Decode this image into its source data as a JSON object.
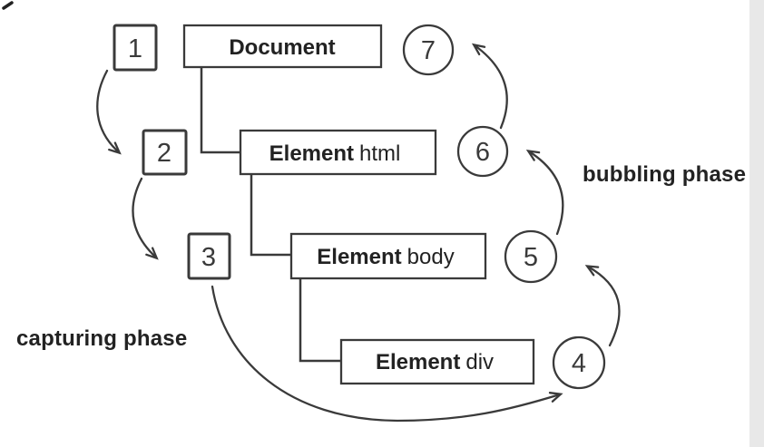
{
  "diagram": {
    "description": "DOM event propagation diagram showing capturing and bubbling phases through the document tree",
    "nodes": [
      {
        "bold": "Document",
        "rest": ""
      },
      {
        "bold": "Element",
        "rest": "html"
      },
      {
        "bold": "Element",
        "rest": "body"
      },
      {
        "bold": "Element",
        "rest": "div"
      }
    ],
    "capturing_steps": [
      "1",
      "2",
      "3"
    ],
    "bubbling_steps": [
      "4",
      "5",
      "6",
      "7"
    ],
    "capturing_label": "capturing phase",
    "bubbling_label": "bubbling phase",
    "colors": {
      "background": "#ffffff",
      "node_fill": "#ffffff",
      "stroke": "#3a3a3a",
      "text": "#222222",
      "digit": "#3a3a3a",
      "right_strip": "#e8e8e8"
    }
  }
}
